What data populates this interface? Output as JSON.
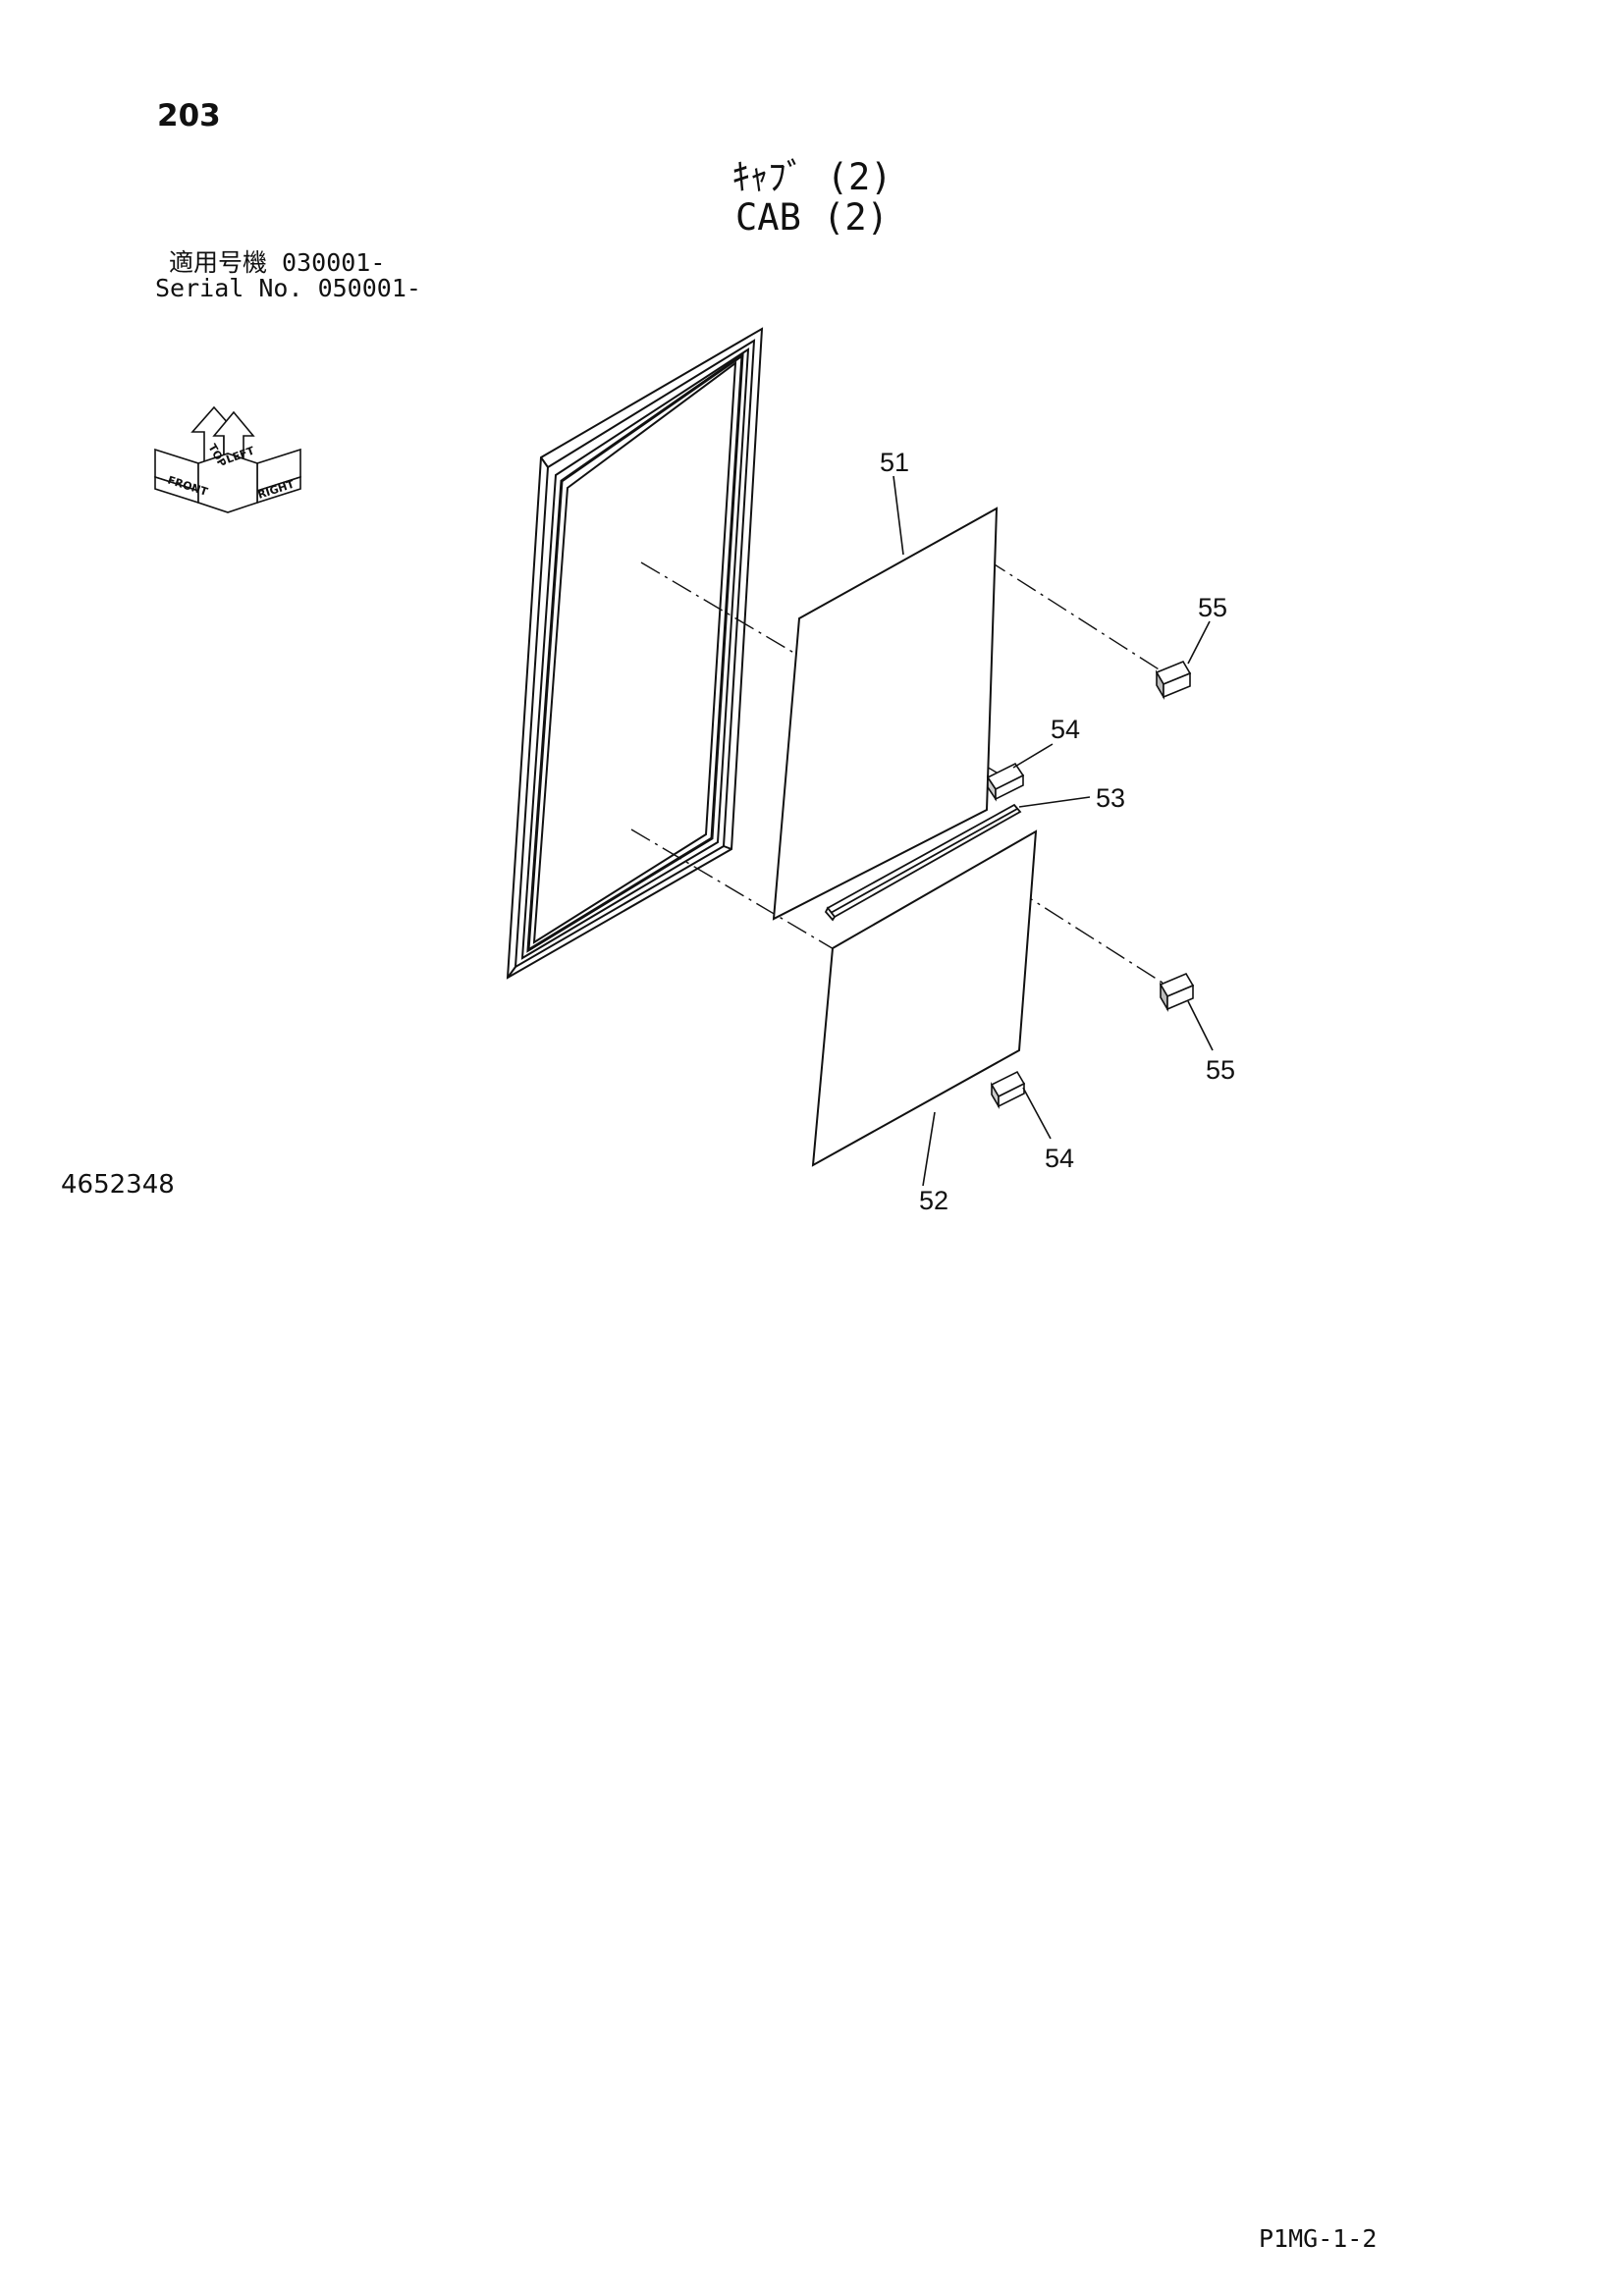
{
  "header": {
    "page_number": "203",
    "title_jp": "ｷｬﾌﾞ (2)",
    "title_en": "CAB (2)",
    "serial_jp": "適用号機 030001-",
    "serial_en": "Serial No. 050001-"
  },
  "orientation": {
    "top": "TOP",
    "front": "FRONT",
    "right": "RIGHT",
    "left": "LEFT",
    "icon": "orientation-cube-icon"
  },
  "callouts": {
    "c51": "51",
    "c52": "52",
    "c53": "53",
    "c54a": "54",
    "c54b": "54",
    "c55a": "55",
    "c55b": "55"
  },
  "footer": {
    "drawing_number": "4652348",
    "page_code": "P1MG-1-2"
  }
}
